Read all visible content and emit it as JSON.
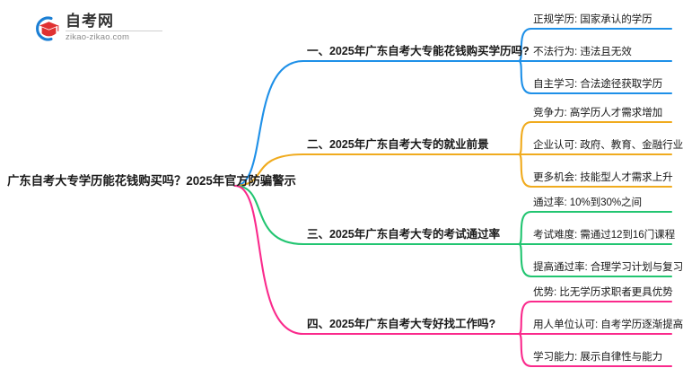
{
  "logo": {
    "icon_name": "zikao-logo-icon",
    "brand_cn": "自考网",
    "brand_url": "zikao-zikao.com",
    "arc_color": "#1b7fd4",
    "cap_color": "#e03131"
  },
  "root": {
    "title": "广东自考大专学历能花钱购买吗？2025年官方防骗警示"
  },
  "colors": {
    "branch1": "#1e90e8",
    "branch2": "#f0ab1e",
    "branch3": "#22c571",
    "branch4": "#fa2a8c"
  },
  "branches": [
    {
      "label": "一、2025年广东自考大专能花钱购买学历吗?",
      "color": "#1e90e8",
      "children": [
        {
          "label": "正规学历: 国家承认的学历"
        },
        {
          "label": "不法行为: 违法且无效"
        },
        {
          "label": "自主学习: 合法途径获取学历"
        }
      ]
    },
    {
      "label": "二、2025年广东自考大专的就业前景",
      "color": "#f0ab1e",
      "children": [
        {
          "label": "竞争力: 高学历人才需求增加"
        },
        {
          "label": "企业认可: 政府、教育、金融行业"
        },
        {
          "label": "更多机会: 技能型人才需求上升"
        }
      ]
    },
    {
      "label": "三、2025年广东自考大专的考试通过率",
      "color": "#22c571",
      "children": [
        {
          "label": "通过率: 10%到30%之间"
        },
        {
          "label": "考试难度: 需通过12到16门课程"
        },
        {
          "label": "提高通过率: 合理学习计划与复习"
        }
      ]
    },
    {
      "label": "四、2025年广东自考大专好找工作吗?",
      "color": "#fa2a8c",
      "children": [
        {
          "label": "优势: 比无学历求职者更具优势"
        },
        {
          "label": "用人单位认可: 自考学历逐渐提高"
        },
        {
          "label": "学习能力: 展示自律性与能力"
        }
      ]
    }
  ]
}
